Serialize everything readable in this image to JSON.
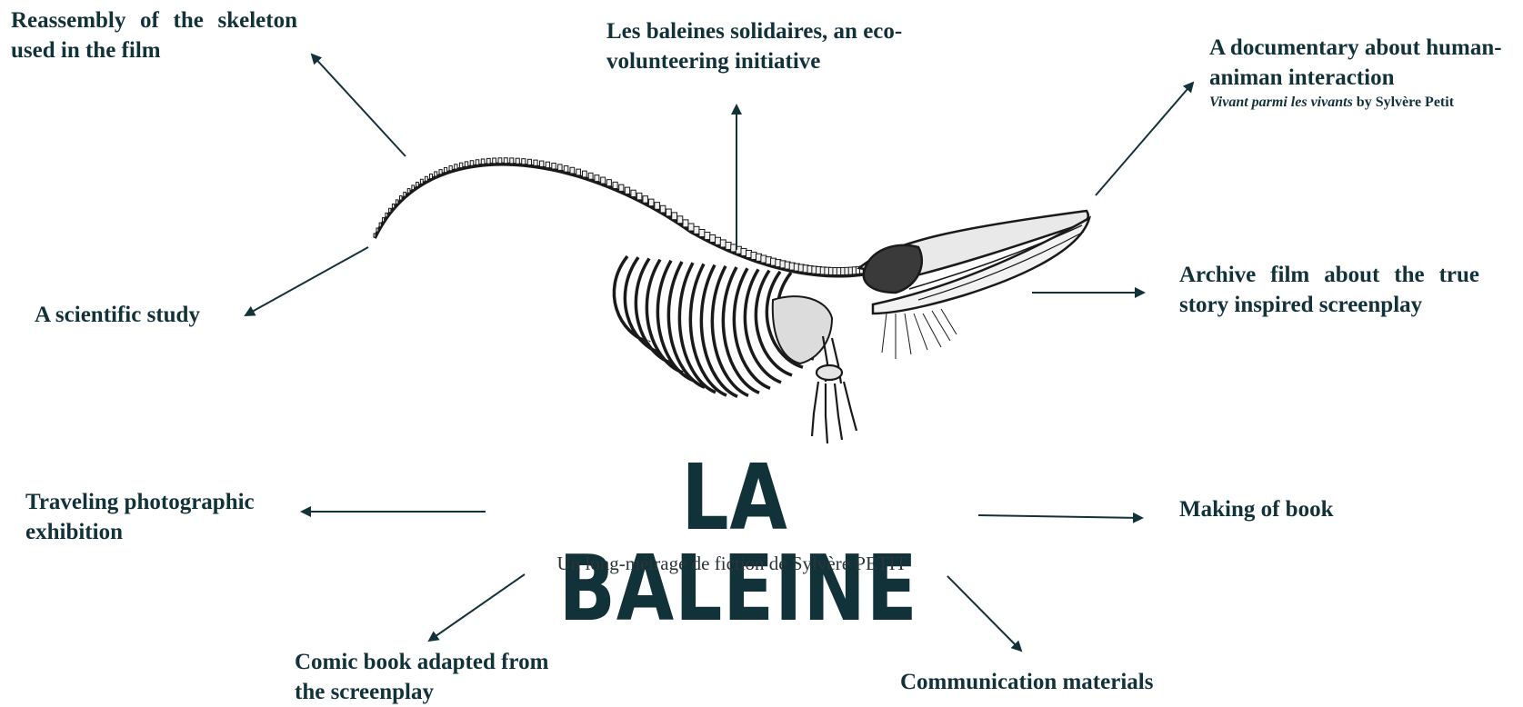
{
  "title": "LA BALEINE",
  "subtitle": "Un long-métrage de fiction de Sylvère PETIT",
  "nodes": {
    "reassembly": "Reassembly of the skeleton used in the film",
    "baleines": "Les baleines solidaires, an eco-volunteering initiative",
    "documentary": "A documentary about human-animan interaction",
    "documentary_sub_italic": "Vivant parmi les vivants",
    "documentary_sub_rest": " by Sylvère Petit",
    "scientific": "A scientific study",
    "archive": "Archive film about the true story inspired screenplay",
    "traveling": "Traveling photographic exhibition",
    "making_of": "Making of book",
    "comic": "Comic book adapted from the screenplay",
    "communication": "Communication materials"
  },
  "colors": {
    "text": "#12323a",
    "arrow": "#12323a",
    "skeleton": "#1a1a1a"
  }
}
